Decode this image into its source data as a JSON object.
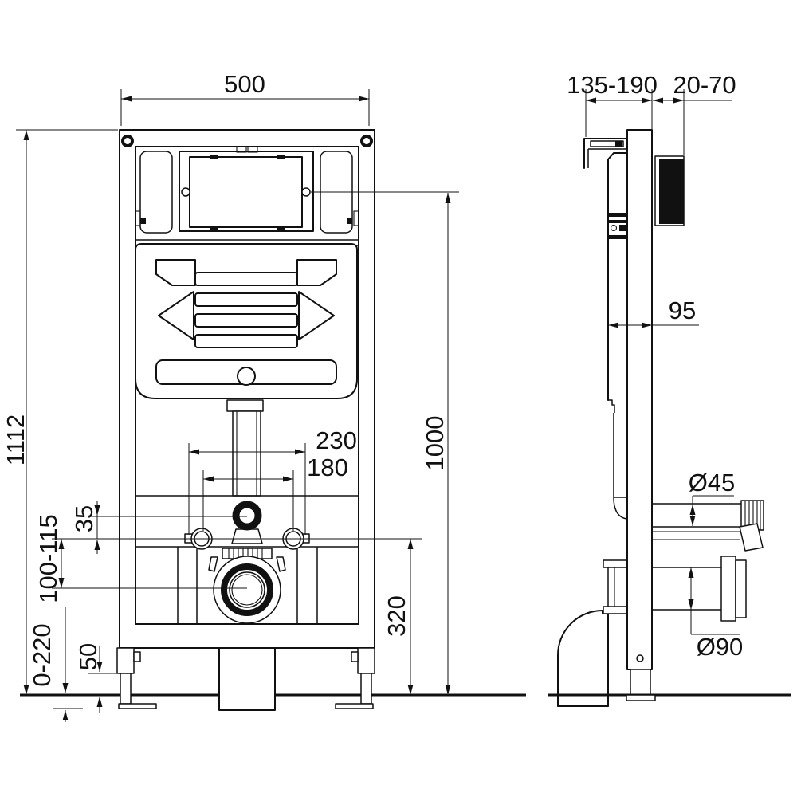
{
  "dims": {
    "frame_width": "500",
    "frame_height": "1112",
    "actuation_height": "1000",
    "fixing_outer": "230",
    "fixing_inner": "180",
    "inlet_to_fixing": "35",
    "fixing_to_drain": "100-115",
    "drain_center_height": "320",
    "foot_height": "50",
    "leg_adjustment": "0-220",
    "frame_depth": "135-190",
    "wall_finish_thickness": "20-70",
    "cistern_depth": "95",
    "flush_pipe_diameter": "Ø45",
    "drain_pipe_diameter": "Ø90"
  },
  "colors": {
    "line": "#111111",
    "background": "#ffffff",
    "flush_plate_fill": "#111111"
  }
}
